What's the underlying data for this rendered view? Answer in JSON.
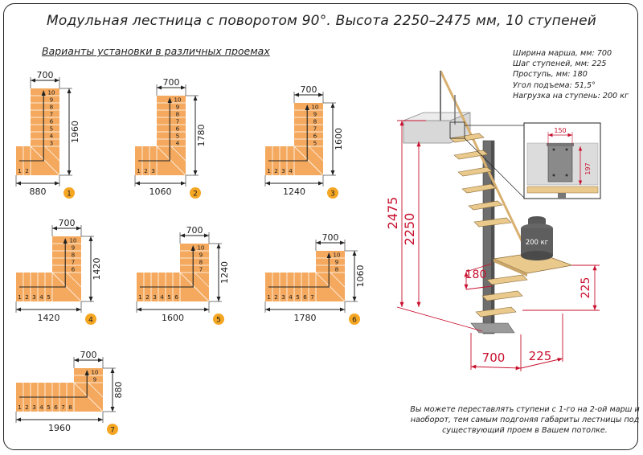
{
  "title": "Модульная лестница с поворотом 90°. Высота 2250–2475 мм, 10 ступеней",
  "subtitle": "Варианты установки в различных проемах",
  "specs": [
    "Ширина марша, мм: 700",
    "Шаг ступеней, мм: 225",
    "Проступь, мм: 180",
    "Угол подъема: 51,5°",
    "Нагрузка на ступень: 200 кг"
  ],
  "note": "Вы можете переставлять ступени с 1-го на 2-ой марш и наоборот, тем самым подгоняя габариты лестницы под существующий проем в Вашем потолке.",
  "variants": [
    {
      "number": "1",
      "width_label": "700",
      "length_label": "880",
      "height_label": "1960",
      "lower_steps": [
        "1",
        "2"
      ],
      "upper_steps": [
        "10",
        "9",
        "8",
        "7",
        "6",
        "5",
        "4",
        "3"
      ]
    },
    {
      "number": "2",
      "width_label": "700",
      "length_label": "1060",
      "height_label": "1780",
      "lower_steps": [
        "1",
        "2",
        "3"
      ],
      "upper_steps": [
        "10",
        "9",
        "8",
        "7",
        "6",
        "5",
        "4"
      ]
    },
    {
      "number": "3",
      "width_label": "700",
      "length_label": "1240",
      "height_label": "1600",
      "lower_steps": [
        "1",
        "2",
        "3",
        "4"
      ],
      "upper_steps": [
        "10",
        "9",
        "8",
        "7",
        "6",
        "5"
      ]
    },
    {
      "number": "4",
      "width_label": "700",
      "length_label": "1420",
      "height_label": "1420",
      "lower_steps": [
        "1",
        "2",
        "3",
        "4",
        "5"
      ],
      "upper_steps": [
        "10",
        "9",
        "8",
        "7",
        "6"
      ]
    },
    {
      "number": "5",
      "width_label": "700",
      "length_label": "1600",
      "height_label": "1240",
      "lower_steps": [
        "1",
        "2",
        "3",
        "4",
        "5",
        "6"
      ],
      "upper_steps": [
        "10",
        "9",
        "8",
        "7"
      ]
    },
    {
      "number": "6",
      "width_label": "700",
      "length_label": "1780",
      "height_label": "1060",
      "lower_steps": [
        "1",
        "2",
        "3",
        "4",
        "5",
        "6",
        "7"
      ],
      "upper_steps": [
        "10",
        "9",
        "8"
      ]
    },
    {
      "number": "7",
      "width_label": "700",
      "length_label": "1960",
      "height_label": "880",
      "lower_steps": [
        "1",
        "2",
        "3",
        "4",
        "5",
        "6",
        "7",
        "8"
      ],
      "upper_steps": [
        "10",
        "9"
      ]
    }
  ],
  "stair_drawing": {
    "dim_2475": "2475",
    "dim_2250": "2250",
    "dim_180": "180",
    "dim_225_rise": "225",
    "dim_700": "700",
    "dim_225_base": "225",
    "weight_label": "200 кг",
    "detail_dim_150": "150",
    "detail_dim_197": "197"
  },
  "colors": {
    "step_fill": "#f4a95e",
    "step_line": "#ffffff",
    "badge": "#f5a623",
    "dim_red": "#c8102e",
    "wood": "#e9c98c",
    "metal": "#6e6e6e"
  }
}
